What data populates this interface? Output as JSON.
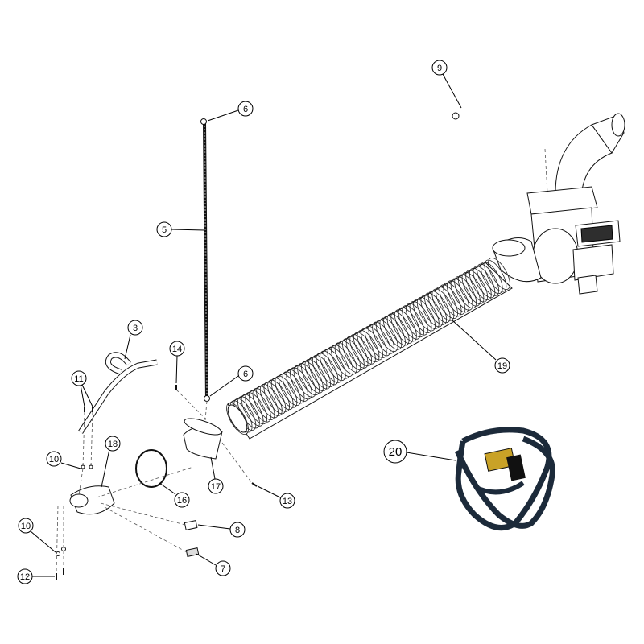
{
  "diagram": {
    "callouts": {
      "c3": "3",
      "c5": "5",
      "c6a": "6",
      "c6b": "6",
      "c7": "7",
      "c8": "8",
      "c9": "9",
      "c10a": "10",
      "c10b": "10",
      "c11": "11",
      "c12": "12",
      "c13": "13",
      "c14": "14",
      "c16": "16",
      "c17": "17",
      "c18": "18",
      "c19": "19",
      "c20": "20"
    },
    "colors": {
      "line": "#111111",
      "strap": "#1c2a3a",
      "ratchet": "#c9a227",
      "fill": "#ffffff"
    }
  }
}
